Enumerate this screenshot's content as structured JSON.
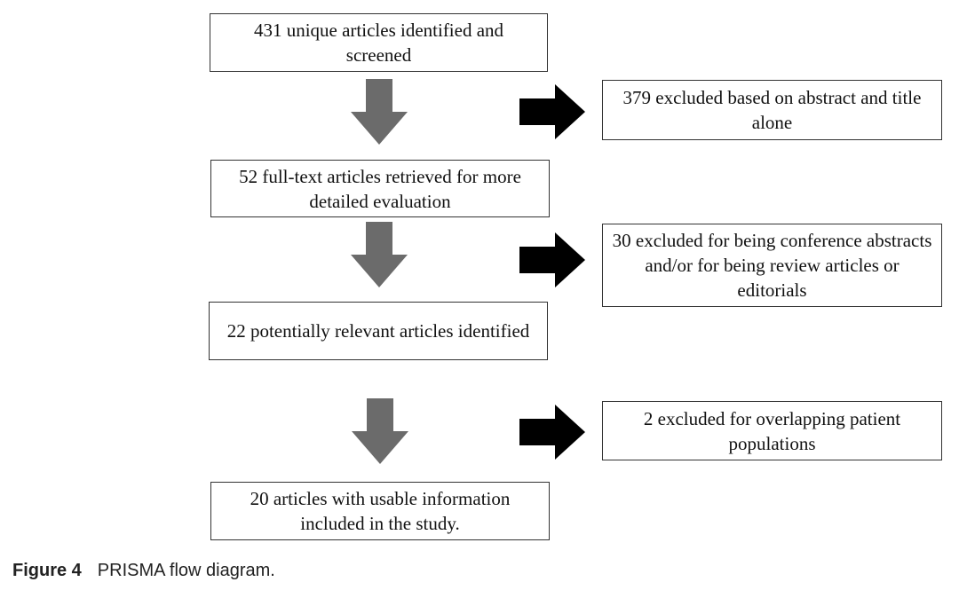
{
  "flow": {
    "steps": [
      {
        "text": "431 unique articles identified and screened"
      },
      {
        "text": "52 full-text articles retrieved for more detailed evaluation"
      },
      {
        "text": "22 potentially relevant articles identified"
      },
      {
        "text": "20 articles with usable information included in the study."
      }
    ],
    "exclusions": [
      {
        "text": "379 excluded based on abstract and title alone"
      },
      {
        "text": "30 excluded for being conference abstracts and/or for being review articles or editorials"
      },
      {
        "text": "2 excluded for overlapping patient populations"
      }
    ]
  },
  "caption": {
    "label": "Figure 4",
    "text": "PRISMA flow diagram."
  },
  "colors": {
    "down_arrow": "#6b6b6b",
    "side_arrow": "#000000",
    "box_border": "#333333"
  }
}
